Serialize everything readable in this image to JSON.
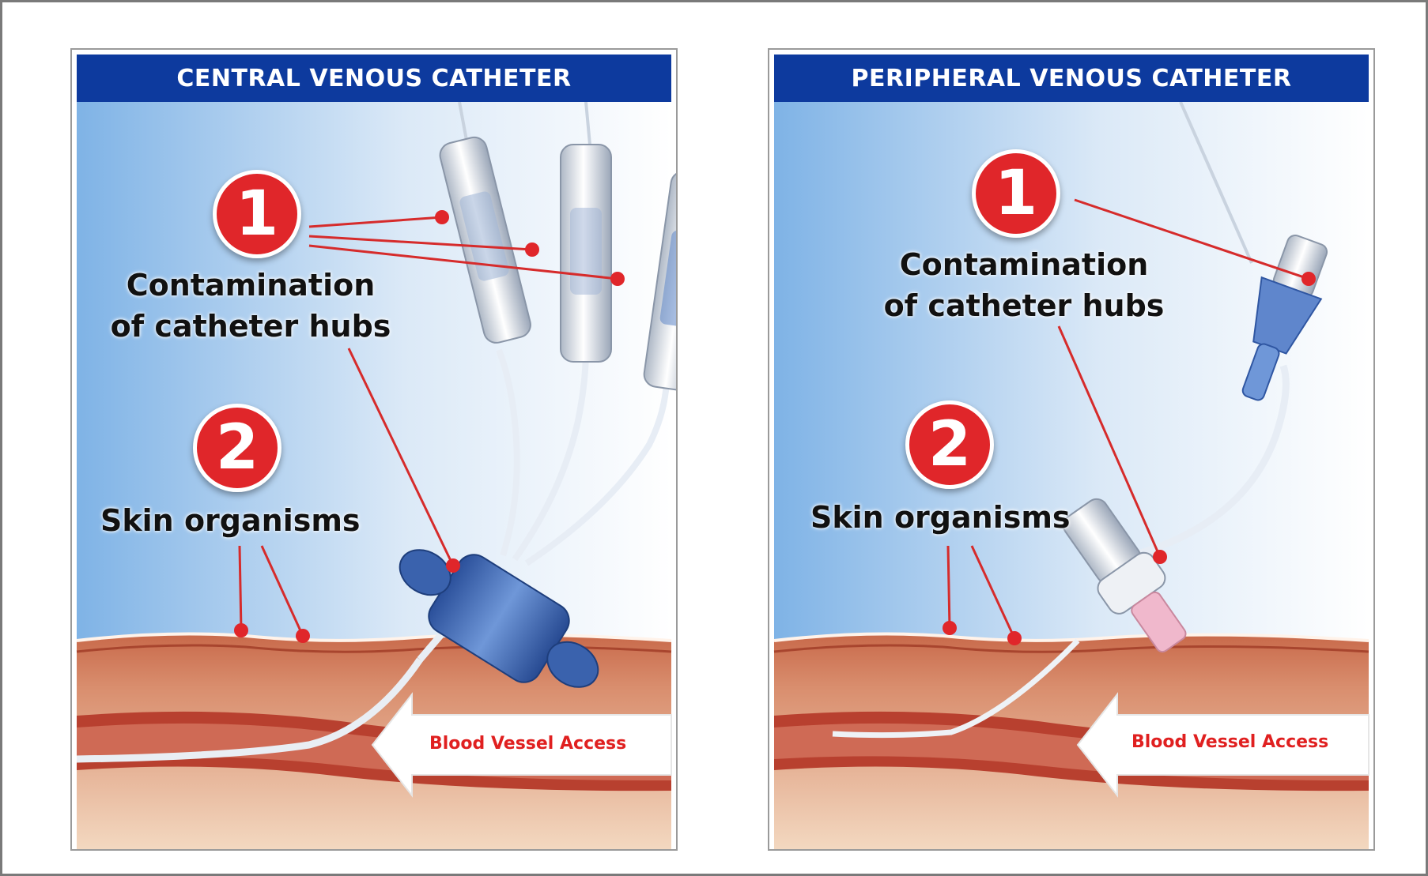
{
  "colors": {
    "header_bg": "#0d3a9e",
    "callout_red": "#e0262a",
    "leader_red": "#d62b2b",
    "blood_text": "#e02020",
    "sky_left": "#7fb3e6",
    "tissue_top": "#c86a4a",
    "tissue_light": "#f1d3b8",
    "vessel_red": "#b33a2c",
    "hub_blue": "#2f5fb5"
  },
  "panels": [
    {
      "header": "CENTRAL VENOUS CATHETER",
      "callout1": {
        "number": "1",
        "label_line1": "Contamination",
        "label_line2": "of catheter hubs"
      },
      "callout2": {
        "number": "2",
        "label": "Skin organisms"
      },
      "arrow_label": "Blood Vessel Access"
    },
    {
      "header": "PERIPHERAL VENOUS CATHETER",
      "callout1": {
        "number": "1",
        "label_line1": "Contamination",
        "label_line2": "of catheter hubs"
      },
      "callout2": {
        "number": "2",
        "label": "Skin organisms"
      },
      "arrow_label": "Blood Vessel Access"
    }
  ]
}
